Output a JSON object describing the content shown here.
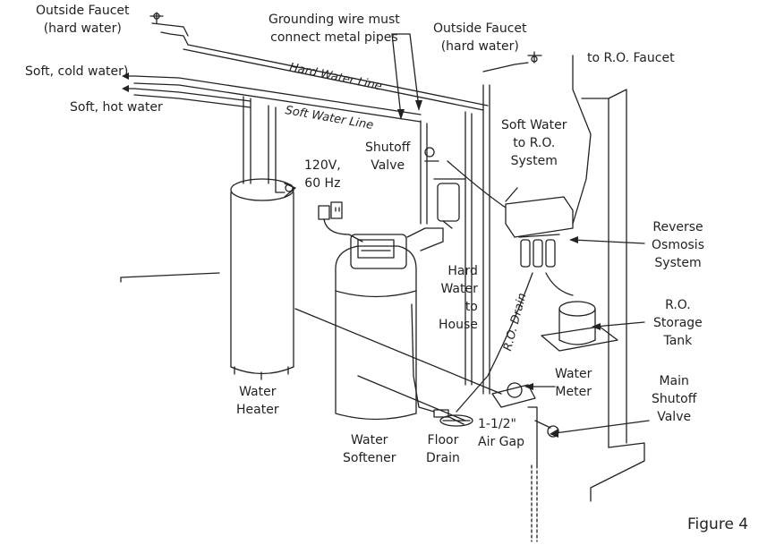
{
  "labels": {
    "outside_faucet_left": "Outside Faucet\n(hard water)",
    "grounding_wire": "Grounding wire must\nconnect metal pipes",
    "outside_faucet_right": "Outside Faucet\n(hard water)",
    "to_ro_faucet": "to R.O. Faucet",
    "soft_cold_water": "Soft, cold water)",
    "soft_hot_water": "Soft, hot water",
    "hard_water_line": "Hard Water Line",
    "soft_water_line": "Soft Water Line",
    "power": "120V,\n60 Hz",
    "shutoff_valve": "Shutoff\nValve",
    "soft_water_to_ro": "Soft Water\nto R.O.\nSystem",
    "reverse_osmosis": "Reverse\nOsmosis\nSystem",
    "hard_water_to_house": "Hard\nWater\nto\nHouse",
    "ro_drain": "R.O. Drain",
    "ro_storage_tank": "R.O.\nStorage\nTank",
    "water_meter": "Water\nMeter",
    "main_shutoff_valve": "Main\nShutoff\nValve",
    "water_heater": "Water\nHeater",
    "water_softener": "Water\nSoftener",
    "floor_drain": "Floor\nDrain",
    "air_gap": "1-1/2\"\nAir Gap",
    "figure": "Figure 4"
  }
}
